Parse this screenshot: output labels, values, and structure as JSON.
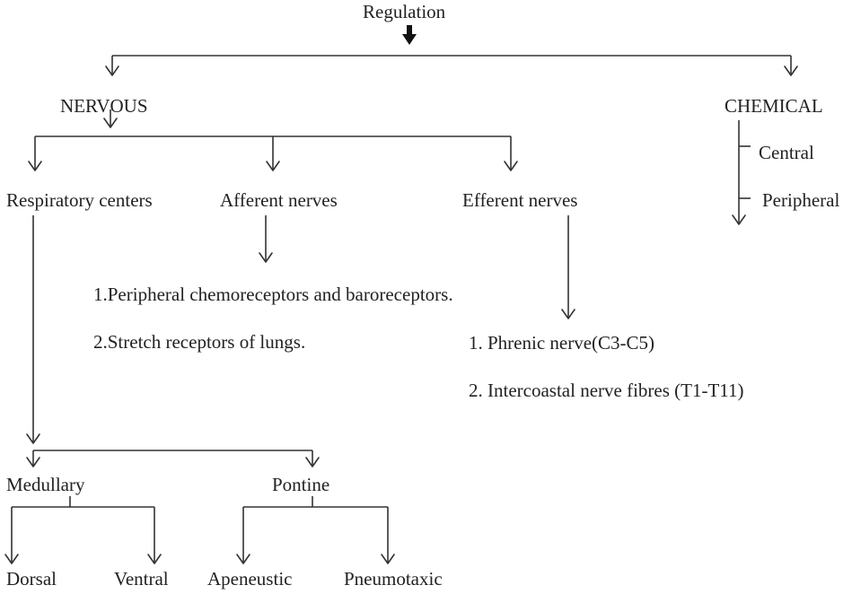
{
  "diagram": {
    "root": "Regulation",
    "nervous": "NERVOUS",
    "chemical": "CHEMICAL",
    "chemical_central": "Central",
    "chemical_peripheral": "Peripheral",
    "respiratory_centers": "Respiratory centers",
    "afferent_nerves": "Afferent nerves",
    "efferent_nerves": "Efferent nerves",
    "afferent_item_1": "1.Peripheral chemoreceptors and baroreceptors.",
    "afferent_item_2": "2.Stretch receptors of lungs.",
    "efferent_item_1": "1. Phrenic nerve(C3-C5)",
    "efferent_item_2": "2. Intercoastal nerve fibres (T1-T11)",
    "medullary": "Medullary",
    "pontine": "Pontine",
    "dorsal": "Dorsal",
    "ventral": "Ventral",
    "apneustic": "Apeneustic",
    "pneumotaxic": "Pneumotaxic"
  }
}
